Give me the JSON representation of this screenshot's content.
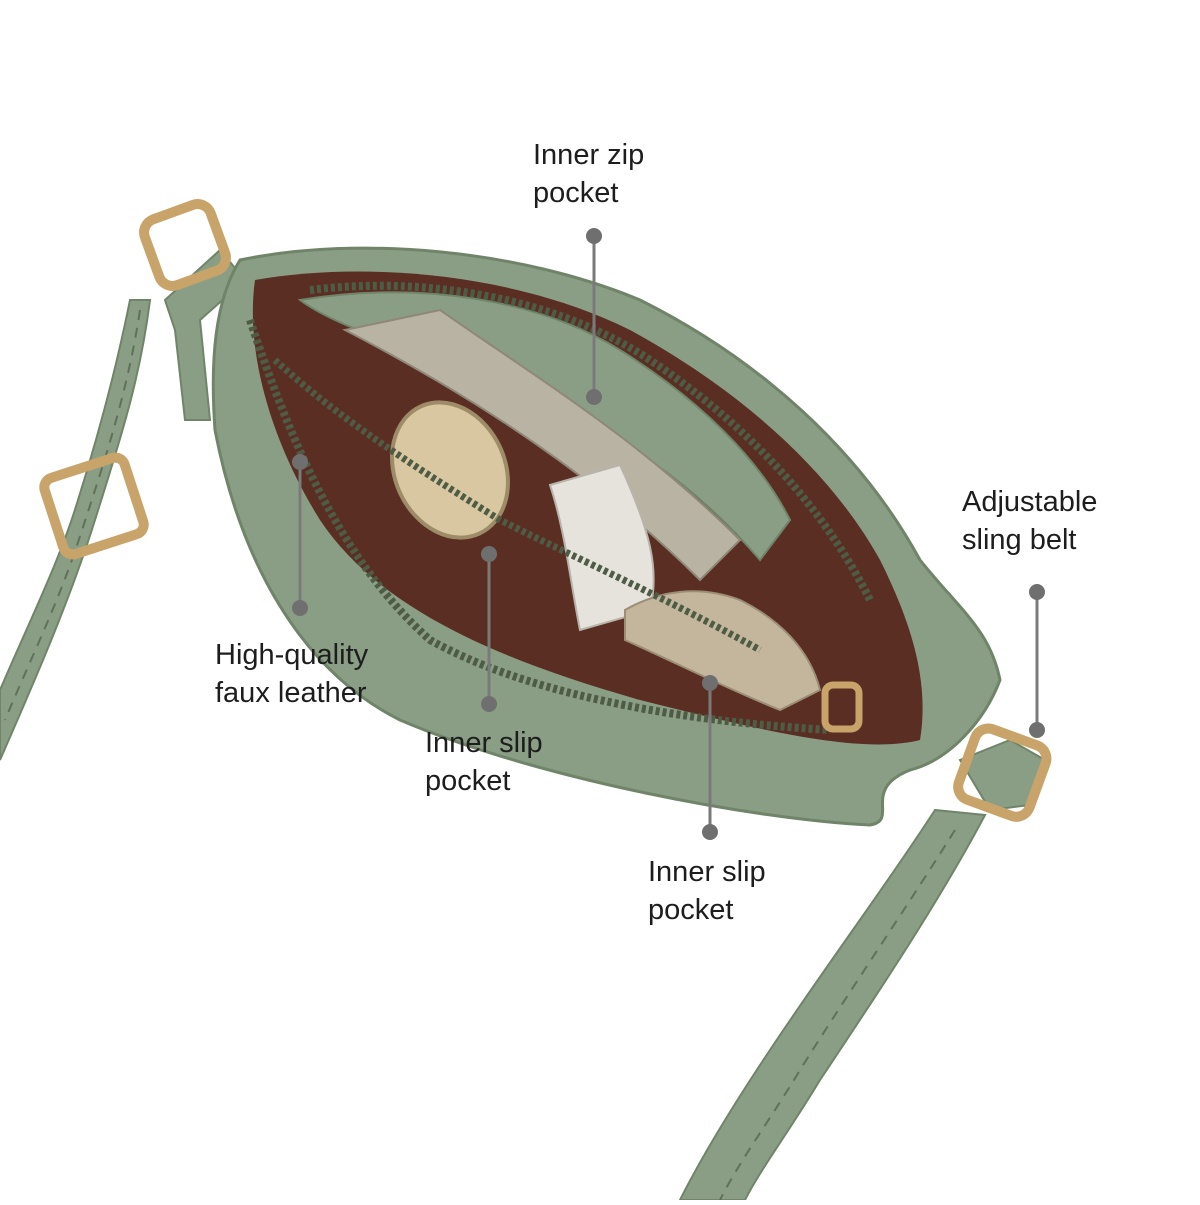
{
  "colors": {
    "background": "#ffffff",
    "leather": "#8a9e85",
    "leather_dark": "#6f8469",
    "leather_light": "#a6b7a1",
    "lining": "#5a2e22",
    "zipper": "#4f5c45",
    "hardware_gold": "#c9a46a",
    "callout_line": "#7a7a7a",
    "callout_dot": "#6f6f6f",
    "label_text": "#1d1d1d"
  },
  "callouts": [
    {
      "id": "inner-zip-pocket",
      "line1": "Inner zip",
      "line2": "pocket"
    },
    {
      "id": "adjustable-sling-belt",
      "line1": "Adjustable",
      "line2": "sling belt"
    },
    {
      "id": "faux-leather",
      "line1": "High-quality",
      "line2": "faux leather"
    },
    {
      "id": "inner-slip-pocket-1",
      "line1": "Inner slip",
      "line2": "pocket"
    },
    {
      "id": "inner-slip-pocket-2",
      "line1": "Inner slip",
      "line2": "pocket"
    }
  ]
}
